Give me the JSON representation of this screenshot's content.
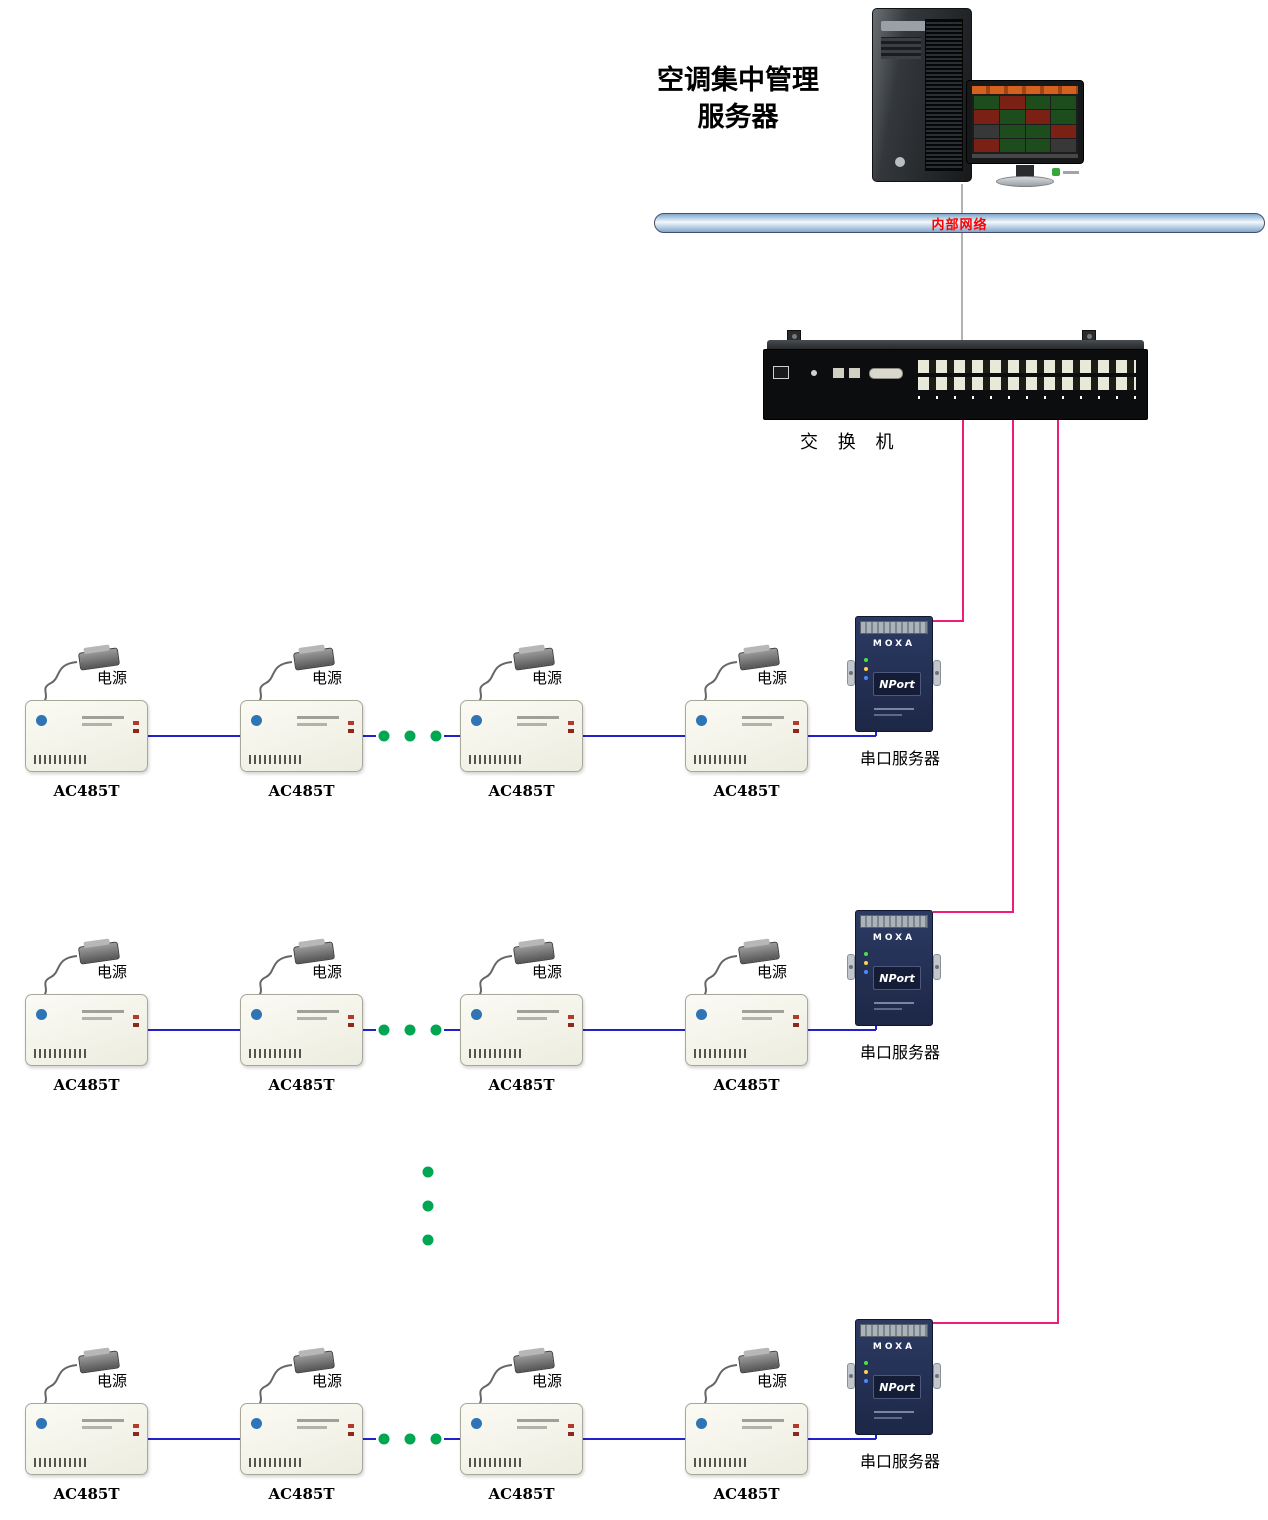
{
  "title": {
    "line1": "空调集中管理",
    "line2": "服务器"
  },
  "network_bar": {
    "label": "内部网络",
    "label_color": "#ff0000"
  },
  "switch": {
    "label": "交 换 机"
  },
  "colors": {
    "bus_blue": "#2222cc",
    "link_pink": "#ed1e79",
    "dot_green": "#00a651"
  },
  "rows": [
    {
      "serial_server": {
        "brand": "MOXA",
        "model": "NPort",
        "label": "串口服务器"
      },
      "devices": [
        {
          "power_label": "电源",
          "label": "AC485T"
        },
        {
          "power_label": "电源",
          "label": "AC485T"
        },
        {
          "power_label": "电源",
          "label": "AC485T"
        },
        {
          "power_label": "电源",
          "label": "AC485T"
        }
      ]
    },
    {
      "serial_server": {
        "brand": "MOXA",
        "model": "NPort",
        "label": "串口服务器"
      },
      "devices": [
        {
          "power_label": "电源",
          "label": "AC485T"
        },
        {
          "power_label": "电源",
          "label": "AC485T"
        },
        {
          "power_label": "电源",
          "label": "AC485T"
        },
        {
          "power_label": "电源",
          "label": "AC485T"
        }
      ]
    },
    {
      "serial_server": {
        "brand": "MOXA",
        "model": "NPort",
        "label": "串口服务器"
      },
      "devices": [
        {
          "power_label": "电源",
          "label": "AC485T"
        },
        {
          "power_label": "电源",
          "label": "AC485T"
        },
        {
          "power_label": "电源",
          "label": "AC485T"
        },
        {
          "power_label": "电源",
          "label": "AC485T"
        }
      ]
    }
  ]
}
